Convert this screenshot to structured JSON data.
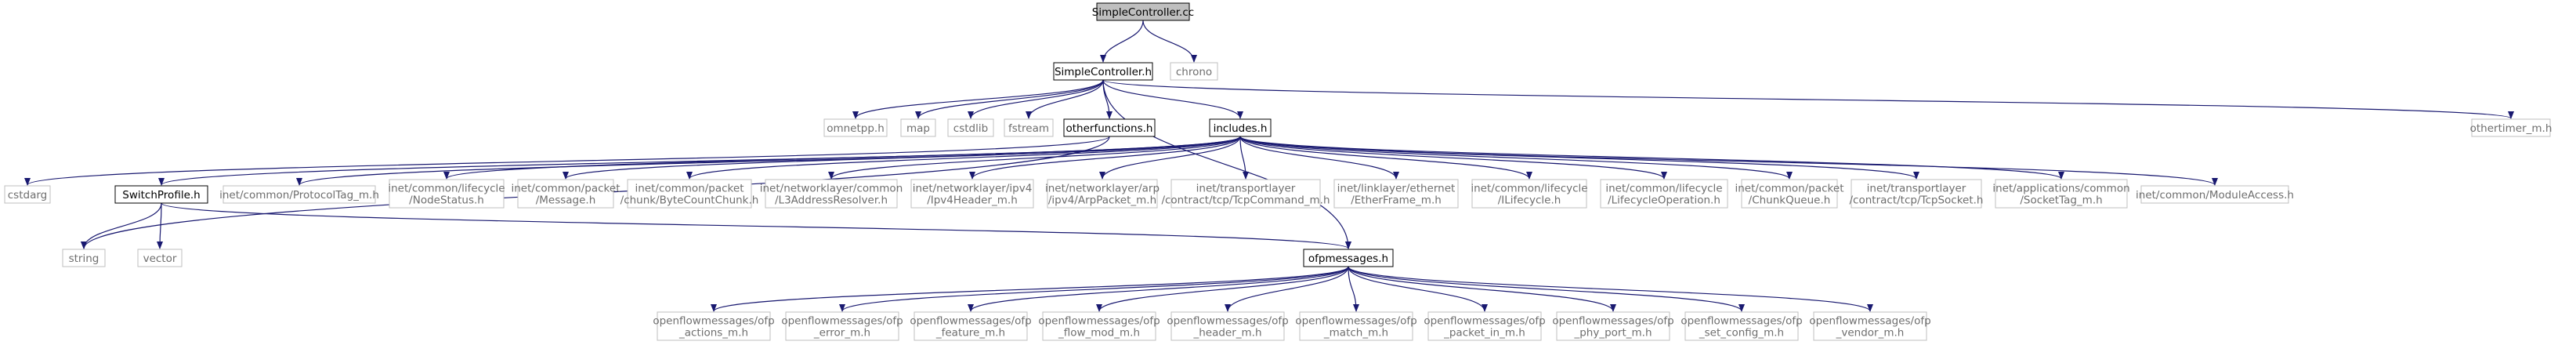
{
  "graph": {
    "title": "SimpleController.cc",
    "nodes": [
      {
        "id": "root",
        "lines": [
          "SimpleController.cc"
        ],
        "style": "root"
      },
      {
        "id": "chrono",
        "lines": [
          "chrono"
        ],
        "style": "external"
      },
      {
        "id": "sch",
        "lines": [
          "SimpleController.h"
        ],
        "style": "local"
      },
      {
        "id": "omnetpp",
        "lines": [
          "omnetpp.h"
        ],
        "style": "external"
      },
      {
        "id": "map",
        "lines": [
          "map"
        ],
        "style": "external"
      },
      {
        "id": "cstdlib",
        "lines": [
          "cstdlib"
        ],
        "style": "external"
      },
      {
        "id": "fstream",
        "lines": [
          "fstream"
        ],
        "style": "external"
      },
      {
        "id": "otherfunctions",
        "lines": [
          "otherfunctions.h"
        ],
        "style": "local"
      },
      {
        "id": "includes",
        "lines": [
          "includes.h"
        ],
        "style": "local"
      },
      {
        "id": "othertimer",
        "lines": [
          "othertimer_m.h"
        ],
        "style": "external"
      },
      {
        "id": "cstdarg",
        "lines": [
          "cstdarg"
        ],
        "style": "external"
      },
      {
        "id": "switchprofile",
        "lines": [
          "SwitchProfile.h"
        ],
        "style": "local"
      },
      {
        "id": "protocoltag",
        "lines": [
          "inet/common/ProtocolTag_m.h"
        ],
        "style": "external"
      },
      {
        "id": "nodestatus",
        "lines": [
          "inet/common/lifecycle",
          "/NodeStatus.h"
        ],
        "style": "external"
      },
      {
        "id": "message",
        "lines": [
          "inet/common/packet",
          "/Message.h"
        ],
        "style": "external"
      },
      {
        "id": "bytecount",
        "lines": [
          "inet/common/packet",
          "/chunk/ByteCountChunk.h"
        ],
        "style": "external"
      },
      {
        "id": "l3resolver",
        "lines": [
          "inet/networklayer/common",
          "/L3AddressResolver.h"
        ],
        "style": "external"
      },
      {
        "id": "ipv4header",
        "lines": [
          "inet/networklayer/ipv4",
          "/Ipv4Header_m.h"
        ],
        "style": "external"
      },
      {
        "id": "arppacket",
        "lines": [
          "inet/networklayer/arp",
          "/ipv4/ArpPacket_m.h"
        ],
        "style": "external"
      },
      {
        "id": "tcpcommand",
        "lines": [
          "inet/transportlayer",
          "/contract/tcp/TcpCommand_m.h"
        ],
        "style": "external"
      },
      {
        "id": "etherframe",
        "lines": [
          "inet/linklayer/ethernet",
          "/EtherFrame_m.h"
        ],
        "style": "external"
      },
      {
        "id": "ilifecycle",
        "lines": [
          "inet/common/lifecycle",
          "/ILifecycle.h"
        ],
        "style": "external"
      },
      {
        "id": "lifecycleop",
        "lines": [
          "inet/common/lifecycle",
          "/LifecycleOperation.h"
        ],
        "style": "external"
      },
      {
        "id": "chunkqueue",
        "lines": [
          "inet/common/packet",
          "/ChunkQueue.h"
        ],
        "style": "external"
      },
      {
        "id": "tcpsocket",
        "lines": [
          "inet/transportlayer",
          "/contract/tcp/TcpSocket.h"
        ],
        "style": "external"
      },
      {
        "id": "sockettag",
        "lines": [
          "inet/applications/common",
          "/SocketTag_m.h"
        ],
        "style": "external"
      },
      {
        "id": "moduleaccess",
        "lines": [
          "inet/common/ModuleAccess.h"
        ],
        "style": "external"
      },
      {
        "id": "string",
        "lines": [
          "string"
        ],
        "style": "external"
      },
      {
        "id": "vector",
        "lines": [
          "vector"
        ],
        "style": "external"
      },
      {
        "id": "ofpmessages",
        "lines": [
          "ofpmessages.h"
        ],
        "style": "local"
      },
      {
        "id": "ofp_actions",
        "lines": [
          "openflowmessages/ofp",
          "_actions_m.h"
        ],
        "style": "external"
      },
      {
        "id": "ofp_error",
        "lines": [
          "openflowmessages/ofp",
          "_error_m.h"
        ],
        "style": "external"
      },
      {
        "id": "ofp_feature",
        "lines": [
          "openflowmessages/ofp",
          "_feature_m.h"
        ],
        "style": "external"
      },
      {
        "id": "ofp_flow_mod",
        "lines": [
          "openflowmessages/ofp",
          "_flow_mod_m.h"
        ],
        "style": "external"
      },
      {
        "id": "ofp_header",
        "lines": [
          "openflowmessages/ofp",
          "_header_m.h"
        ],
        "style": "external"
      },
      {
        "id": "ofp_match",
        "lines": [
          "openflowmessages/ofp",
          "_match_m.h"
        ],
        "style": "external"
      },
      {
        "id": "ofp_packet_in",
        "lines": [
          "openflowmessages/ofp",
          "_packet_in_m.h"
        ],
        "style": "external"
      },
      {
        "id": "ofp_phy_port",
        "lines": [
          "openflowmessages/ofp",
          "_phy_port_m.h"
        ],
        "style": "external"
      },
      {
        "id": "ofp_set_config",
        "lines": [
          "openflowmessages/ofp",
          "_set_config_m.h"
        ],
        "style": "external"
      },
      {
        "id": "ofp_vendor",
        "lines": [
          "openflowmessages/ofp",
          "_vendor_m.h"
        ],
        "style": "external"
      }
    ],
    "edges": [
      [
        "root",
        "sch"
      ],
      [
        "root",
        "chrono"
      ],
      [
        "sch",
        "omnetpp"
      ],
      [
        "sch",
        "map"
      ],
      [
        "sch",
        "cstdlib"
      ],
      [
        "sch",
        "fstream"
      ],
      [
        "sch",
        "otherfunctions"
      ],
      [
        "sch",
        "includes"
      ],
      [
        "sch",
        "othertimer"
      ],
      [
        "sch",
        "ofpmessages"
      ],
      [
        "otherfunctions",
        "cstdarg"
      ],
      [
        "otherfunctions",
        "string"
      ],
      [
        "includes",
        "switchprofile"
      ],
      [
        "includes",
        "protocoltag"
      ],
      [
        "includes",
        "nodestatus"
      ],
      [
        "includes",
        "message"
      ],
      [
        "includes",
        "bytecount"
      ],
      [
        "includes",
        "l3resolver"
      ],
      [
        "includes",
        "ipv4header"
      ],
      [
        "includes",
        "arppacket"
      ],
      [
        "includes",
        "tcpcommand"
      ],
      [
        "includes",
        "etherframe"
      ],
      [
        "includes",
        "ilifecycle"
      ],
      [
        "includes",
        "lifecycleop"
      ],
      [
        "includes",
        "chunkqueue"
      ],
      [
        "includes",
        "tcpsocket"
      ],
      [
        "includes",
        "sockettag"
      ],
      [
        "includes",
        "moduleaccess"
      ],
      [
        "switchprofile",
        "string"
      ],
      [
        "switchprofile",
        "vector"
      ],
      [
        "switchprofile",
        "ofpmessages"
      ],
      [
        "ofpmessages",
        "ofp_actions"
      ],
      [
        "ofpmessages",
        "ofp_error"
      ],
      [
        "ofpmessages",
        "ofp_feature"
      ],
      [
        "ofpmessages",
        "ofp_flow_mod"
      ],
      [
        "ofpmessages",
        "ofp_header"
      ],
      [
        "ofpmessages",
        "ofp_match"
      ],
      [
        "ofpmessages",
        "ofp_packet_in"
      ],
      [
        "ofpmessages",
        "ofp_phy_port"
      ],
      [
        "ofpmessages",
        "ofp_set_config"
      ],
      [
        "ofpmessages",
        "ofp_vendor"
      ]
    ]
  },
  "colors": {
    "edge": "#191970",
    "root_fill": "#bfbfbf",
    "node_border_local": "#000000",
    "node_border_external": "#bfbfbf",
    "node_fill": "#ffffff",
    "text_local": "#000000",
    "text_external": "#6e6e6e"
  }
}
